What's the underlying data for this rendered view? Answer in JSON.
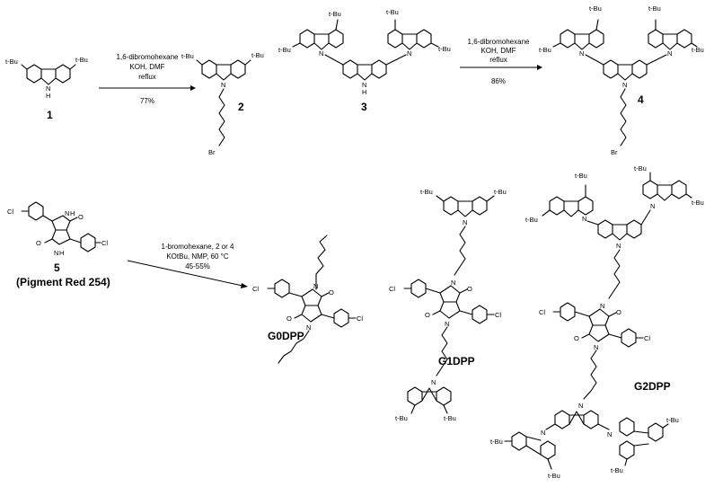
{
  "atoms": {
    "tbu": "t-Bu",
    "nh": "N\nH",
    "n": "N",
    "h": "H",
    "br": "Br",
    "cl": "Cl",
    "o": "O"
  },
  "reaction1": {
    "line1": "1,6-dibromohexane",
    "line2": "KOH, DMF",
    "line3": "reflux",
    "yield": "77%"
  },
  "reaction2": {
    "line1": "1,6-dibromohexane",
    "line2": "KOH, DMF",
    "line3": "reflux",
    "yield": "86%"
  },
  "reaction3": {
    "line1": "1-bromohexane, 2 or 4",
    "line2": "KOtBu, NMP, 60 °C",
    "line3": "45-55%"
  },
  "compounds": {
    "c1": "1",
    "c2": "2",
    "c3": "3",
    "c4": "4",
    "c5": "5",
    "pigment": "(Pigment Red 254)",
    "g0": "G0DPP",
    "g1": "G1DPP",
    "g2": "G2DPP"
  }
}
